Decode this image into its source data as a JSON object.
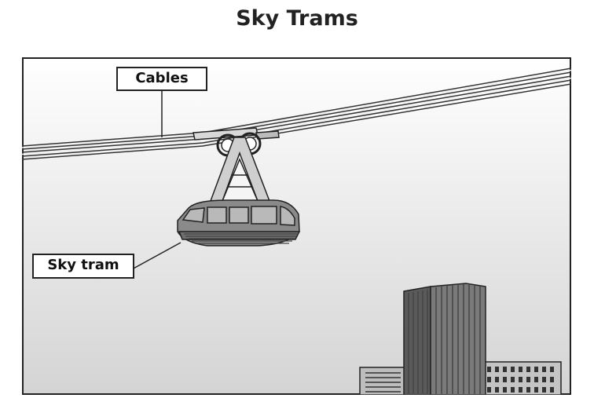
{
  "title": "Sky Trams",
  "labels": {
    "cables": "Cables",
    "sky_tram": "Sky tram"
  },
  "colors": {
    "sky_top": "#ffffff",
    "sky_bottom": "#d6d6d6",
    "tram_body": "#8c8c8c",
    "building": "#6e6e6e",
    "outline": "#222222"
  }
}
